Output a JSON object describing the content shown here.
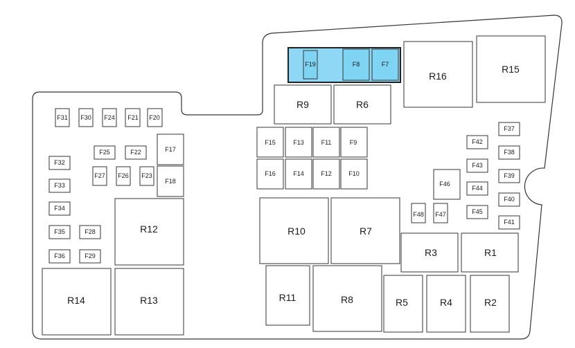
{
  "fuses": {
    "F31": "F31",
    "F30": "F30",
    "F24": "F24",
    "F21": "F21",
    "F20": "F20",
    "F32": "F32",
    "F25": "F25",
    "F22": "F22",
    "F17": "F17",
    "F33": "F33",
    "F27": "F27",
    "F26": "F26",
    "F23": "F23",
    "F18": "F18",
    "F34": "F34",
    "F35": "F35",
    "F28": "F28",
    "F36": "F36",
    "F29": "F29",
    "F15": "F15",
    "F13": "F13",
    "F11": "F11",
    "F9": "F9",
    "F16": "F16",
    "F14": "F14",
    "F12": "F12",
    "F10": "F10",
    "F19": "F19",
    "F8": "F8",
    "F7": "F7",
    "F37": "F37",
    "F42": "F42",
    "F38": "F38",
    "F43": "F43",
    "F39": "F39",
    "F46": "F46",
    "F44": "F44",
    "F40": "F40",
    "F48": "F48",
    "F47": "F47",
    "F45": "F45",
    "F41": "F41"
  },
  "relays": {
    "R16": "R16",
    "R15": "R15",
    "R9": "R9",
    "R6": "R6",
    "R12": "R12",
    "R10": "R10",
    "R7": "R7",
    "R3": "R3",
    "R1": "R1",
    "R14": "R14",
    "R13": "R13",
    "R11": "R11",
    "R8": "R8",
    "R5": "R5",
    "R4": "R4",
    "R2": "R2"
  },
  "colors": {
    "highlight": "#8fd8f5",
    "outline": "#333333",
    "background": "#ffffff"
  }
}
